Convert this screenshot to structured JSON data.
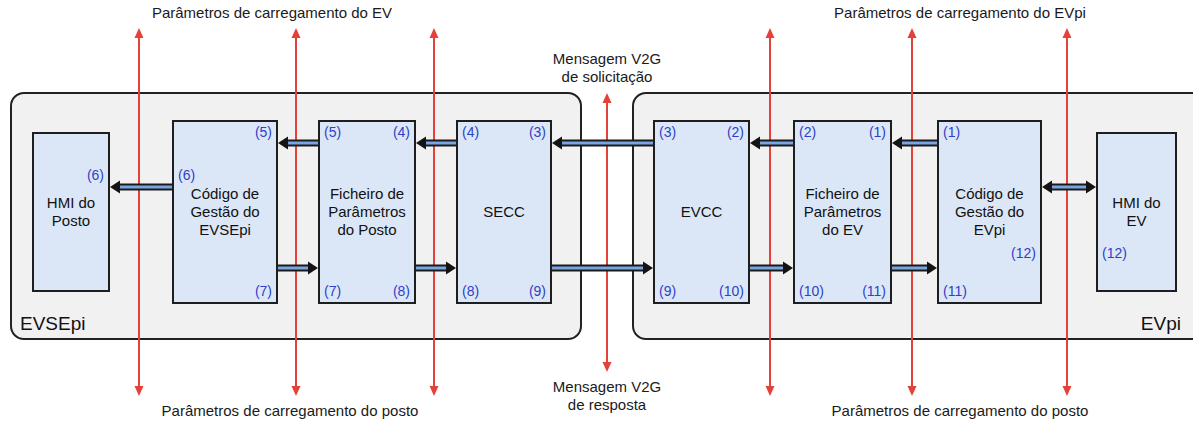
{
  "diagram": {
    "nodes": [
      {
        "text": [
          "EVSEpi"
        ]
      },
      {
        "text": [
          "HMI do Posto",
          "(6)"
        ],
        "in": 0
      },
      {
        "text": [
          "Código de Gestão do EVSEpi",
          "(6)",
          "(5)",
          "(7)"
        ],
        "in": 0
      },
      {
        "text": [
          "Ficheiro de Parâmetros do Posto",
          "(5)",
          "(4)",
          "(7)",
          "(8)"
        ],
        "in": 0
      },
      {
        "text": [
          "SECC",
          "(4)",
          "(3)",
          "(8)",
          "(9)"
        ],
        "in": 0
      },
      {
        "text": [
          "EVpi"
        ]
      },
      {
        "text": [
          "EVCC",
          "(3)",
          "(2)",
          "(9)",
          "(10)"
        ],
        "in": 5
      },
      {
        "text": [
          "Ficheiro de Parâmetros do EV",
          "(2)",
          "(1)",
          "(10)",
          "(11)"
        ],
        "in": 5
      },
      {
        "text": [
          "Código de Gestão do EVpi",
          "(1)",
          "(12)",
          "(11)"
        ],
        "in": 5
      },
      {
        "text": [
          "HMI do EV",
          "(12)"
        ],
        "in": 5
      }
    ],
    "edges": [
      {
        "from": 8,
        "to": 7,
        "arrow": "to"
      },
      {
        "from": 7,
        "to": 6,
        "arrow": "to"
      },
      {
        "from": 6,
        "to": 4,
        "arrow": "to"
      },
      {
        "from": 4,
        "to": 3,
        "arrow": "to"
      },
      {
        "from": 3,
        "to": 2,
        "arrow": "to"
      },
      {
        "from": 2,
        "to": 1,
        "arrow": "to"
      },
      {
        "from": 2,
        "to": 3,
        "arrow": "to"
      },
      {
        "from": 3,
        "to": 4,
        "arrow": "to"
      },
      {
        "from": 4,
        "to": 6,
        "arrow": "to"
      },
      {
        "from": 6,
        "to": 7,
        "arrow": "to"
      },
      {
        "from": 7,
        "to": 8,
        "arrow": "to"
      },
      {
        "from": 8,
        "to": 9,
        "arrow": "both"
      }
    ],
    "labels": [
      "Parâmetros de carregamento do EV",
      "Mensagem V2G de solicitação",
      "Parâmetros de carregamento do EVpi",
      "Parâmetros de carregamento do posto",
      "Mensagem V2G de resposta",
      "Parâmetros de carregamento do posto"
    ]
  }
}
